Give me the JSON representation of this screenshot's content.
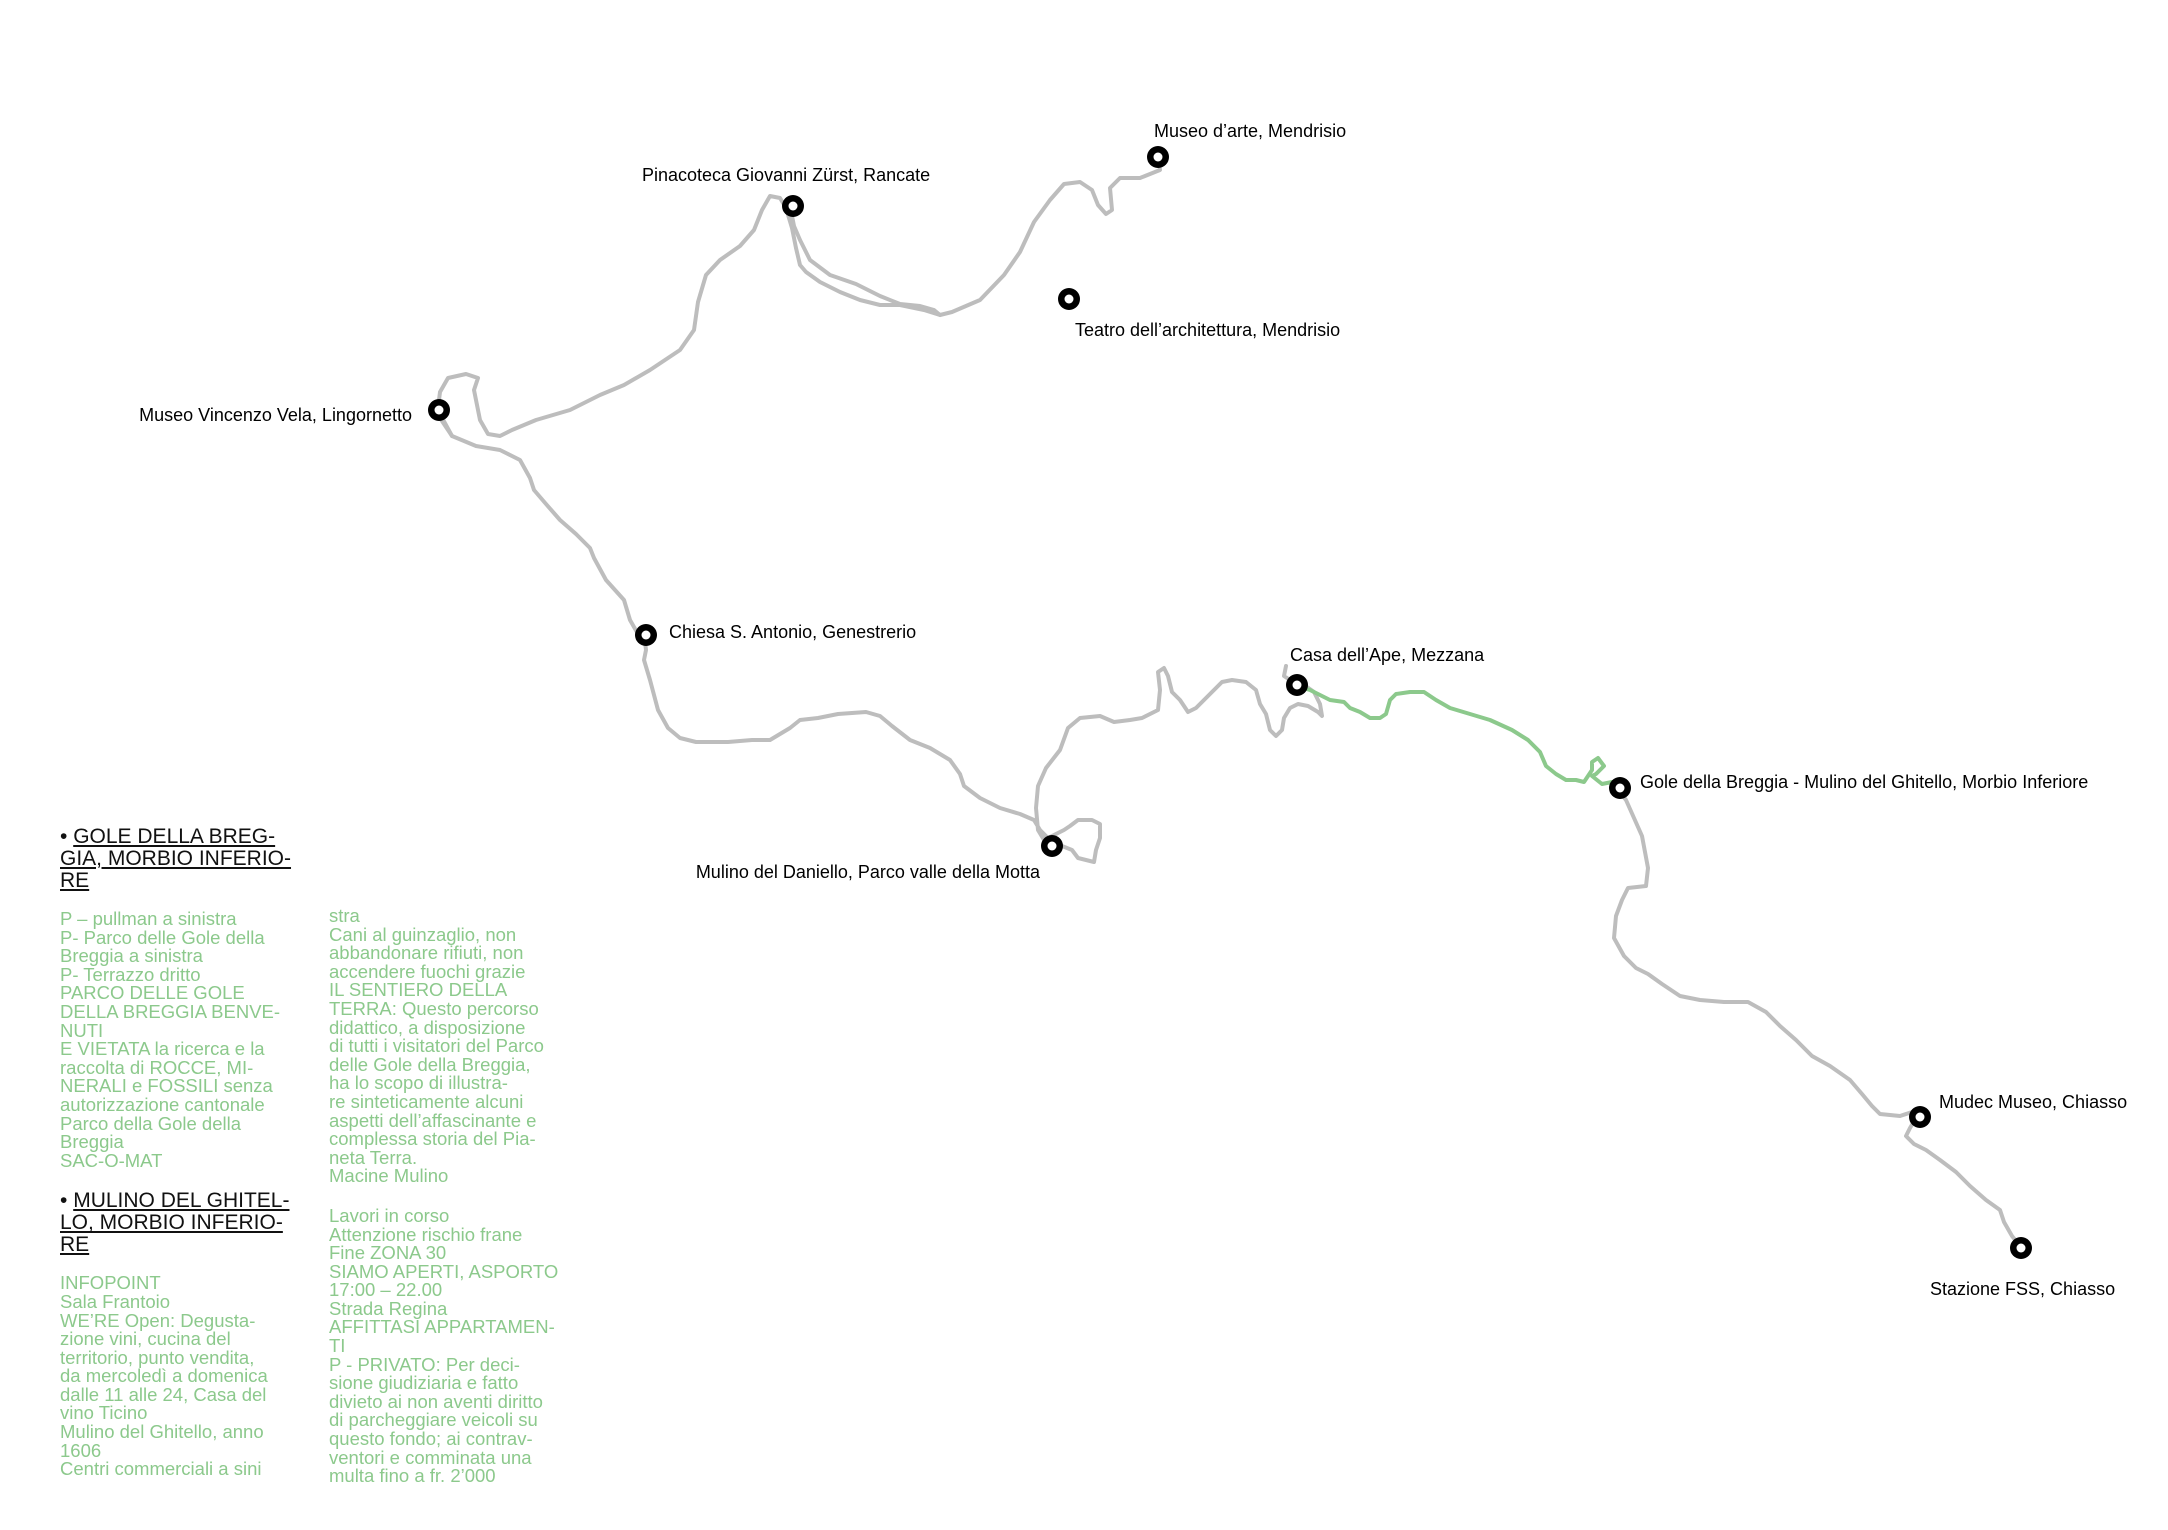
{
  "map": {
    "route_color": "#bdbdbd",
    "highlight_color": "#8cc98c",
    "stops": [
      {
        "id": "museo-arte",
        "label": "Museo d’arte, Mendrisio"
      },
      {
        "id": "pinacoteca",
        "label": "Pinacoteca Giovanni Zürst, Rancate"
      },
      {
        "id": "teatro",
        "label": "Teatro dell’architettura, Mendrisio"
      },
      {
        "id": "vela",
        "label": "Museo Vincenzo Vela, Lingornetto"
      },
      {
        "id": "chiesa",
        "label": "Chiesa S. Antonio, Genestrerio"
      },
      {
        "id": "casa-ape",
        "label": "Casa dell’Ape, Mezzana"
      },
      {
        "id": "gole",
        "label": "Gole della Breggia - Mulino del Ghitello, Morbio Inferiore"
      },
      {
        "id": "daniello",
        "label": "Mulino del Daniello, Parco valle della Motta"
      },
      {
        "id": "mudec",
        "label": "Mudec Museo, Chiasso"
      },
      {
        "id": "stazione",
        "label": "Stazione FSS, Chiasso"
      }
    ]
  },
  "notes": {
    "bullet": "•",
    "section1": {
      "heading": "GOLE DELLA BREG-\nGIA, MORBIO INFERIO-\nRE",
      "items": [
        "P – pullman a sinistra",
        "P- Parco delle Gole della\nBreggia a sinistra",
        "P- Terrazzo dritto",
        "PARCO DELLE GOLE\nDELLA BREGGIA BENVE-\nNUTI",
        "E VIETATA la ricerca e la\nraccolta di ROCCE, MI-\nNERALI e FOSSILI senza\nautorizzazione cantonale",
        "Parco della Gole della\nBreggia",
        "SAC-O-MAT"
      ]
    },
    "section2": {
      "heading": "MULINO DEL GHITEL-\nLO, MORBIO INFERIO-\nRE",
      "items": [
        "INFOPOINT",
        "Sala Frantoio",
        "WE’RE Open: Degusta-\nzione vini, cucina del\nterritorio, punto vendita,\nda mercoledì a domenica\ndalle 11 alle 24, Casa del\nvino Ticino",
        "Mulino del Ghitello, anno\n1606",
        "Centri commerciali a sini"
      ]
    },
    "column2a": [
      "stra",
      "Cani al guinzaglio, non\nabbandonare rifiuti, non\naccendere fuochi grazie",
      "IL SENTIERO DELLA\nTERRA: Questo percorso\ndidattico, a disposizione\ndi tutti i visitatori del Parco\ndelle Gole della Breggia,\nha lo scopo di illustra-\nre sinteticamente alcuni\naspetti dell’affascinante e\ncomplessa storia del Pia-\nneta Terra.",
      "Macine Mulino"
    ],
    "column2b": [
      "Lavori in corso",
      "Attenzione rischio frane",
      "Fine ZONA 30",
      "SIAMO APERTI, ASPORTO\n17:00 – 22.00",
      "Strada Regina",
      "AFFITTASI APPARTAMEN-\nTI",
      "P - PRIVATO: Per deci-\nsione giudiziaria e fatto\ndivieto ai non aventi diritto\ndi parcheggiare veicoli su\nquesto fondo; ai contrav-\nventori e comminata una\nmulta fino a fr. 2’000"
    ]
  }
}
